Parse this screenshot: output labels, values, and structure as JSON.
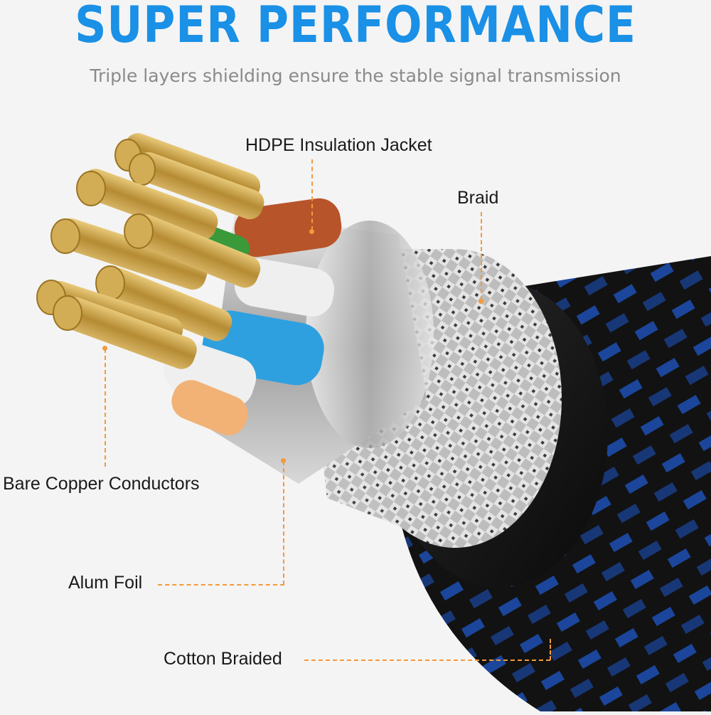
{
  "header": {
    "title": "SUPER PERFORMANCE",
    "subtitle": "Triple layers shielding ensure the stable signal transmission"
  },
  "labels": {
    "jacket": "HDPE Insulation Jacket",
    "braid": "Braid",
    "conductors": "Bare Copper Conductors",
    "foil": "Alum Foil",
    "outer": "Cotton Braided"
  },
  "colors": {
    "title": "#1a90e6",
    "subtitle": "#8a8a8a",
    "leader": "#f39a3b",
    "copper": "#c9a24a",
    "wire_orange": "#b8542a",
    "wire_green": "#3a9a3a",
    "wire_blue": "#2ea0e0",
    "wire_white": "#efefef",
    "wire_peach": "#f2b276",
    "jacket_black": "#1a1a1a",
    "jacket_blue": "#1d56c8"
  }
}
